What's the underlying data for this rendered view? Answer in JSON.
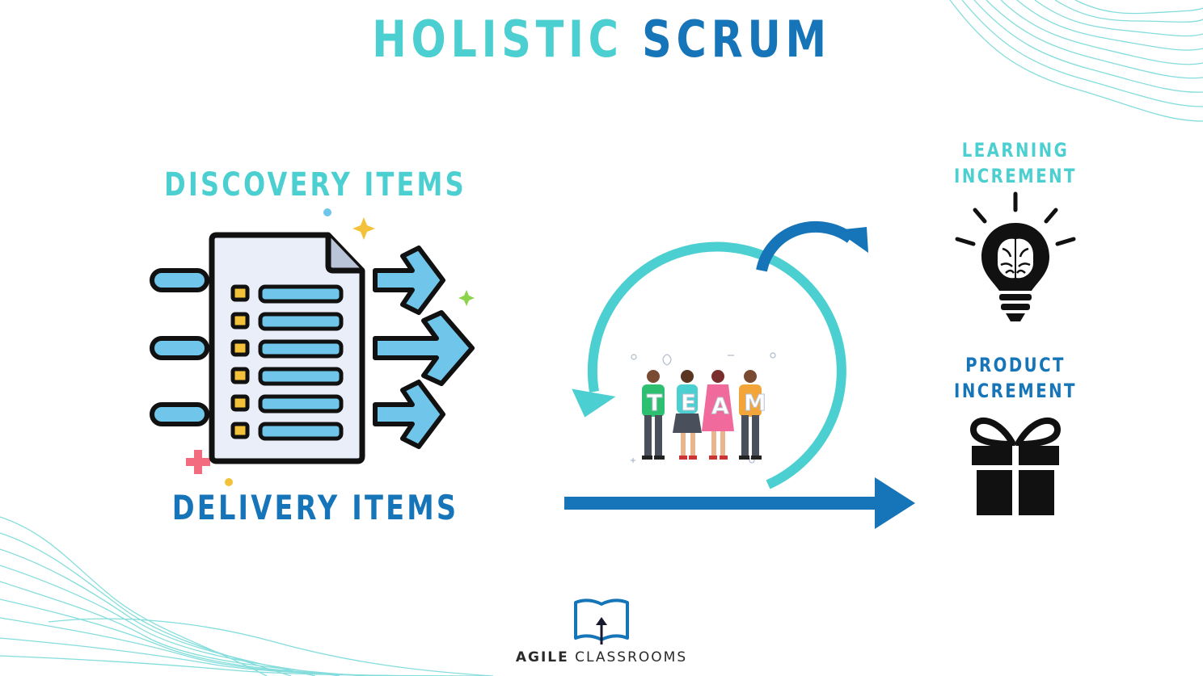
{
  "title": {
    "part1": "HOLISTIC",
    "part2": "SCRUM"
  },
  "labels": {
    "discovery": "DISCOVERY ITEMS",
    "delivery": "DELIVERY ITEMS",
    "learning_line1": "LEARNING",
    "learning_line2": "INCREMENT",
    "product_line1": "PRODUCT",
    "product_line2": "INCREMENT"
  },
  "team_letters": [
    "T",
    "E",
    "A",
    "M"
  ],
  "logo": {
    "word1": "AGILE",
    "word2": "CLASSROOMS"
  },
  "colors": {
    "teal": "#4ccfd0",
    "blue": "#1674b8",
    "light_blue": "#6fc6ea",
    "black": "#111111"
  }
}
